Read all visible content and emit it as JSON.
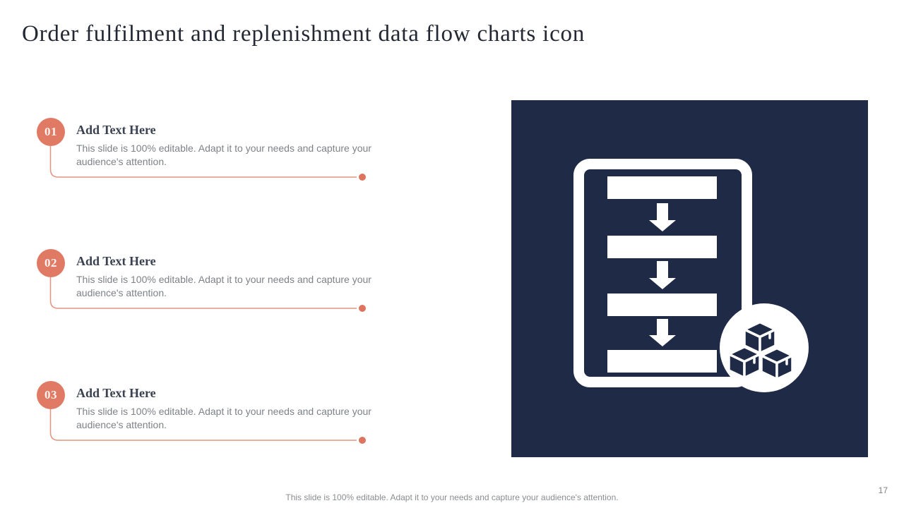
{
  "slide": {
    "title": "Order fulfilment and replenishment data flow charts icon",
    "footer": "This slide is 100% editable. Adapt it to your needs and capture your audience's attention.",
    "page_number": "17"
  },
  "items": [
    {
      "number": "01",
      "heading": "Add Text Here",
      "body": "This slide is 100% editable. Adapt it to your needs and capture your audience's attention."
    },
    {
      "number": "02",
      "heading": "Add Text Here",
      "body": "This slide is 100% editable. Adapt it to your needs and capture your audience's attention."
    },
    {
      "number": "03",
      "heading": "Add Text Here",
      "body": "This slide is 100% editable. Adapt it to your needs and capture your audience's attention."
    }
  ],
  "icons": {
    "panel_icon": "order-flow-document-icon",
    "packages_icon": "stacked-packages-icon",
    "connector": "leader-line-with-dot"
  },
  "colors": {
    "accent_coral": "#E07A65",
    "connector_coral": "#E3947E",
    "navy_panel": "#1F2A46",
    "title_text": "#232834",
    "heading_text": "#3A4150",
    "body_text": "#7E8287",
    "footer_text": "#8A8D90",
    "icon_white": "#FFFFFF"
  }
}
